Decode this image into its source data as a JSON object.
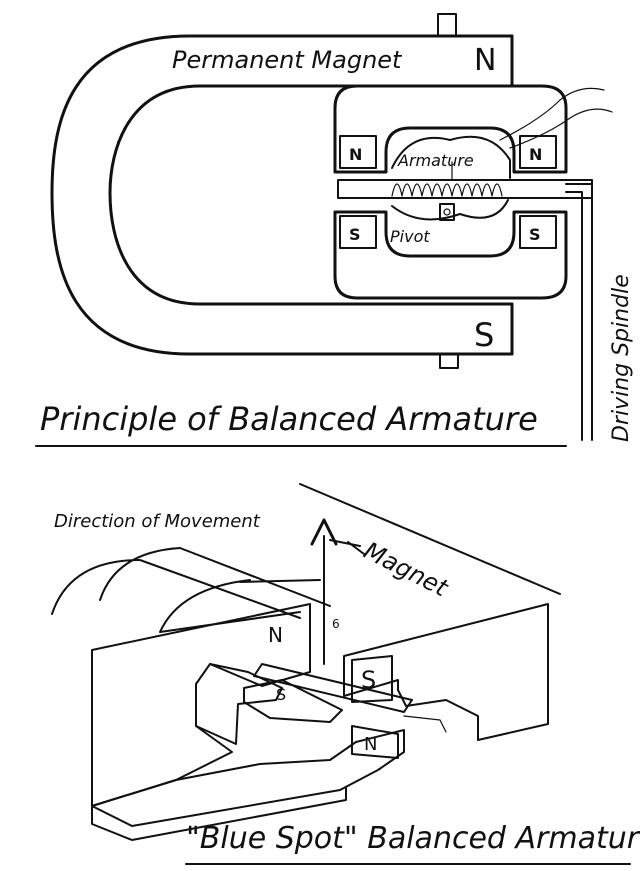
{
  "figure1": {
    "labels": {
      "permanent_magnet": "Permanent Magnet",
      "pole_n_top": "N",
      "pole_s_bottom": "S",
      "inner_n_left": "N",
      "inner_n_right": "N",
      "inner_s_left": "S",
      "inner_s_right": "S",
      "armature": "Armature",
      "pivot": "Pivot",
      "driving_spindle": "Driving Spindle"
    },
    "caption": "Principle of Balanced Armature"
  },
  "figure2": {
    "labels": {
      "direction": "Direction of Movement",
      "magnet": "Magnet",
      "pole_n_upper": "N",
      "pole_s_right": "S",
      "pole_s_left": "S",
      "pole_n_lower": "N",
      "small_mark": "6"
    },
    "caption": "\"Blue Spot\" Balanced Armature"
  },
  "colors": {
    "ink": "#111111",
    "paper": "#ffffff"
  }
}
